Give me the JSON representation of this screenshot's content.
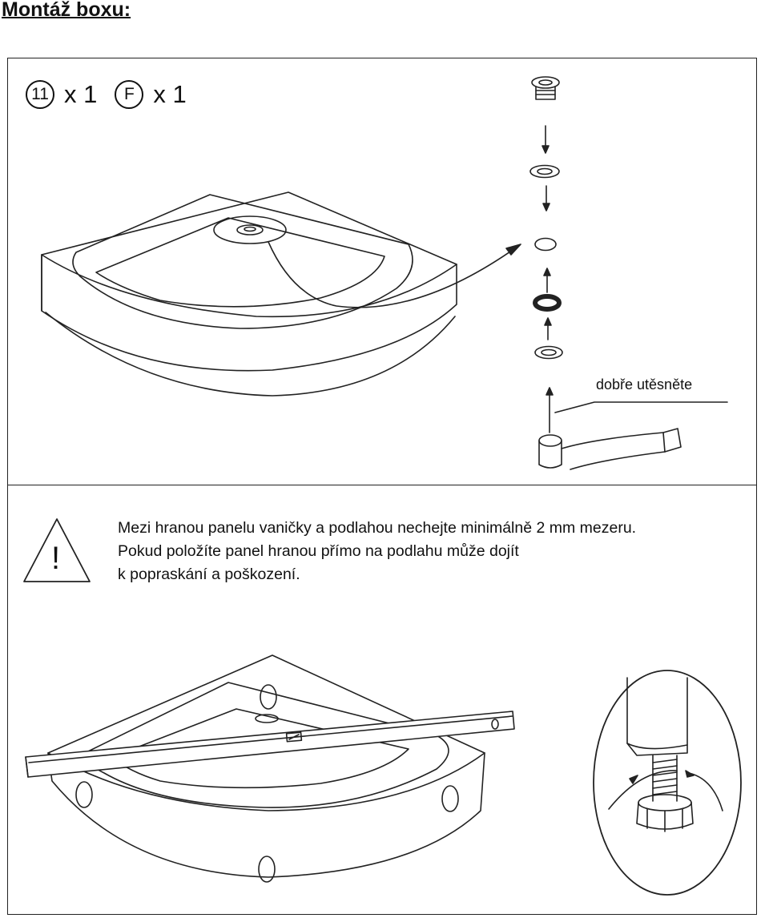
{
  "title": "Montáž boxu:",
  "parts": [
    {
      "label": "11",
      "quantity": "x 1"
    },
    {
      "label": "F",
      "quantity": "x 1"
    }
  ],
  "callout": "dobře utěsněte",
  "warning": {
    "icon_text": "!",
    "lines": [
      "Mezi hranou panelu vaničky a podlahou nechejte minimálně 2 mm mezeru.",
      "Pokud položíte panel hranou přímo na podlahu může dojít",
      "k popraskání a poškození."
    ]
  }
}
